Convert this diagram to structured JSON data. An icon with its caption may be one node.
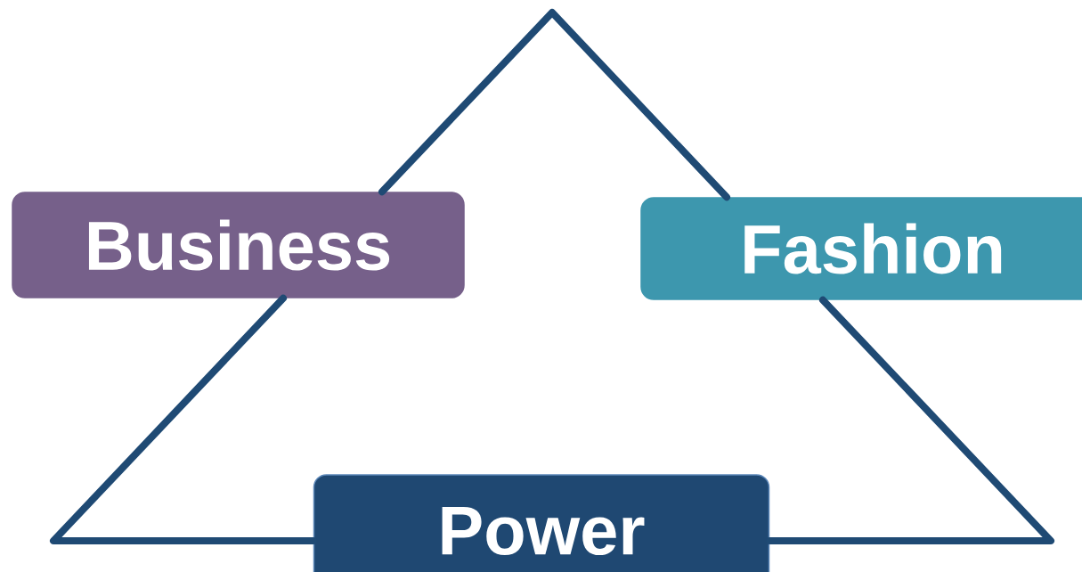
{
  "diagram": {
    "nodes": [
      {
        "text": [
          "Business"
        ]
      },
      {
        "text": [
          "Fashion"
        ]
      },
      {
        "text": [
          "Power"
        ]
      }
    ],
    "edges": [
      {
        "from": 0,
        "to": 1,
        "arrow": "none"
      },
      {
        "from": 0,
        "to": 2,
        "arrow": "none"
      },
      {
        "from": 1,
        "to": 2,
        "arrow": "none"
      }
    ]
  }
}
